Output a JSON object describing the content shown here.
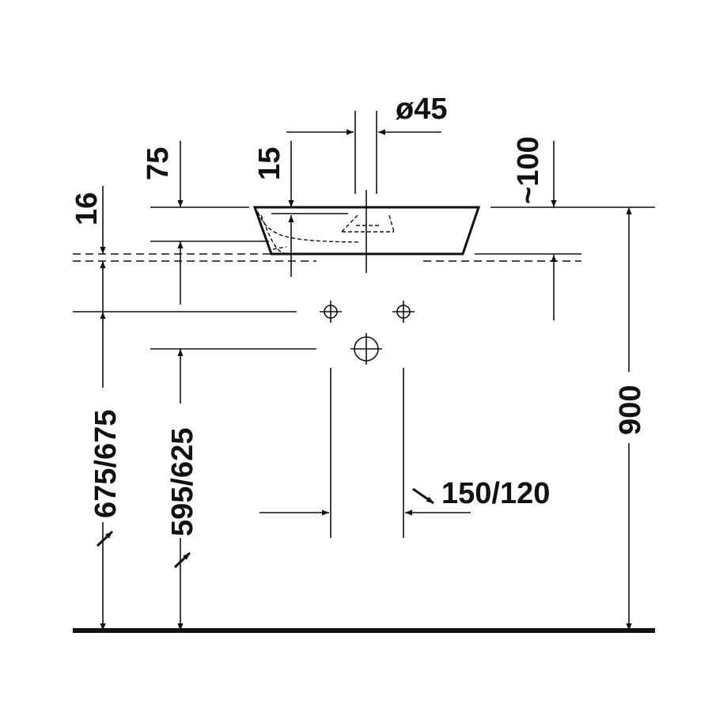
{
  "drawing": {
    "type": "side elevation of countertop washbasin with installation dimensions",
    "line_color": "#111111",
    "dimensions": {
      "drain_diameter": "ø45",
      "rim_to_top": "75",
      "overflow": "15",
      "offset": "~100",
      "rim_thickness": "16",
      "total_height": "900",
      "supply_height": "675/675",
      "waste_height": "595/625",
      "supply_spacing": "150/120"
    }
  }
}
